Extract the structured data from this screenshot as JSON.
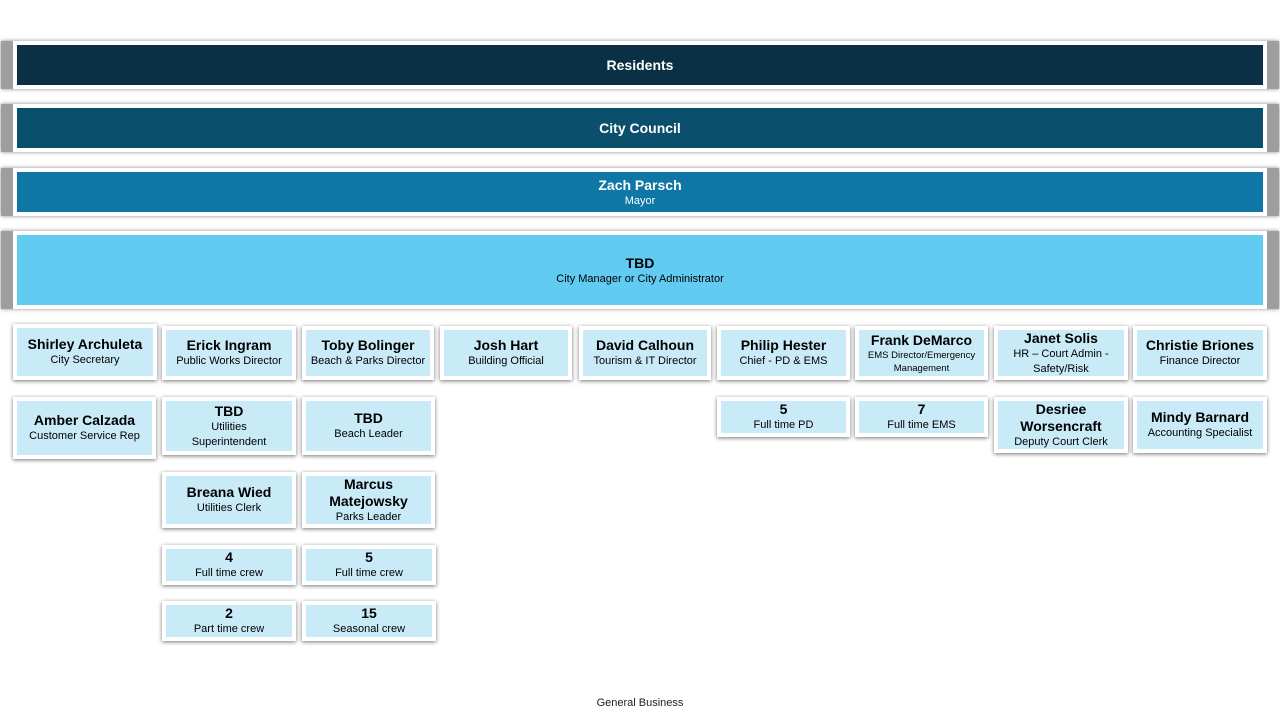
{
  "bands": [
    {
      "name": "Residents",
      "title": "",
      "color": "#0b2f44"
    },
    {
      "name": "City Council",
      "title": "",
      "color": "#0a4f6c"
    },
    {
      "name": "Zach Parsch",
      "title": "Mayor",
      "color": "#0e77a5"
    },
    {
      "name": "TBD",
      "title": "City Manager or City Administrator",
      "color": "#62cbf1"
    }
  ],
  "departments": [
    {
      "name": "Shirley Archuleta",
      "title": "City Secretary"
    },
    {
      "name": "Erick Ingram",
      "title": "Public Works Director"
    },
    {
      "name": "Toby Bolinger",
      "title": "Beach & Parks Director"
    },
    {
      "name": "Josh Hart",
      "title": "Building Official"
    },
    {
      "name": "David Calhoun",
      "title": "Tourism & IT Director"
    },
    {
      "name": "Philip Hester",
      "title": "Chief - PD & EMS"
    },
    {
      "name": "Frank DeMarco",
      "title": "EMS Director/Emergency Management"
    },
    {
      "name": "Janet Solis",
      "title": "HR – Court Admin - Safety/Risk"
    },
    {
      "name": "Christie Briones",
      "title": "Finance Director"
    }
  ],
  "staff": {
    "amber": {
      "name": "Amber Calzada",
      "title": "Customer Service Rep"
    },
    "utilities_tbd": {
      "name": "TBD",
      "title": "Utilities Superintendent"
    },
    "beach_tbd": {
      "name": "TBD",
      "title": "Beach Leader"
    },
    "breana": {
      "name": "Breana Wied",
      "title": "Utilities Clerk"
    },
    "marcus": {
      "name": "Marcus Matejowsky",
      "title": "Parks Leader"
    },
    "pw_fulltime": {
      "name": "4",
      "title": "Full time crew"
    },
    "parks_fulltime": {
      "name": "5",
      "title": "Full time crew"
    },
    "pw_parttime": {
      "name": "2",
      "title": "Part time crew"
    },
    "parks_seasonal": {
      "name": "15",
      "title": "Seasonal crew"
    },
    "pd_fulltime": {
      "name": "5",
      "title": "Full time PD"
    },
    "ems_fulltime": {
      "name": "7",
      "title": "Full time EMS"
    },
    "desriee": {
      "name": "Desriee Worsencraft",
      "title": "Deputy Court Clerk"
    },
    "mindy": {
      "name": "Mindy Barnard",
      "title": "Accounting Specialist"
    }
  },
  "footer": "General Business"
}
